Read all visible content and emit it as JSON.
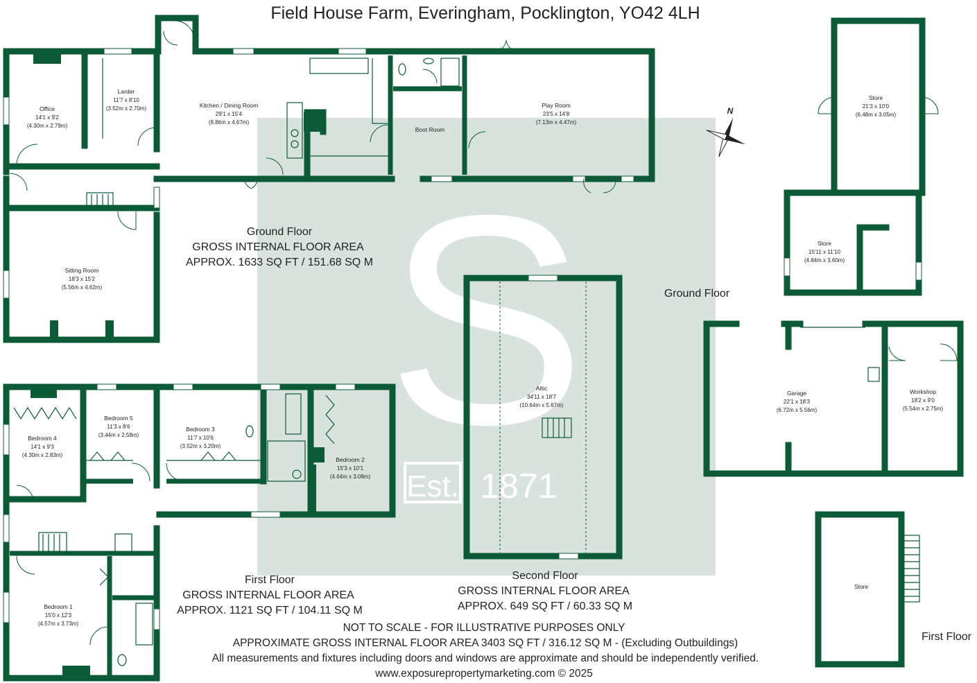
{
  "title": "Field House Farm, Everingham, Pocklington, YO42 4LH",
  "watermark": {
    "letter": "S",
    "text_left": "Est.",
    "text_right": "1871"
  },
  "compass": {
    "label": "N"
  },
  "floors": {
    "ground": {
      "name": "Ground Floor",
      "area_label": "GROSS INTERNAL FLOOR AREA",
      "area": "APPROX. 1633 SQ FT / 151.68 SQ M"
    },
    "first": {
      "name": "First Floor",
      "area_label": "GROSS INTERNAL FLOOR AREA",
      "area": "APPROX. 1121 SQ FT / 104.11 SQ M"
    },
    "second": {
      "name": "Second Floor",
      "area_label": "GROSS INTERNAL FLOOR AREA",
      "area": "APPROX. 649 SQ FT / 60.33 SQ M"
    },
    "outbuildings_ground": {
      "name": "Ground Floor"
    },
    "outbuildings_first": {
      "name": "First Floor"
    }
  },
  "rooms": {
    "office": {
      "name": "Office",
      "imperial": "14'1 x 9'2",
      "metric": "(4.30m x 2.79m)"
    },
    "larder": {
      "name": "Larder",
      "imperial": "11'7 x 8'10",
      "metric": "(3.52m x 2.70m)"
    },
    "kitchen": {
      "name": "Kitchen / Dining Room",
      "imperial": "29'1 x 15'4",
      "metric": "(8.86m x 4.67m)"
    },
    "boot_room": {
      "name": "Boot Room"
    },
    "play_room": {
      "name": "Play Room",
      "imperial": "23'5 x 14'8",
      "metric": "(7.13m x 4.47m)"
    },
    "sitting_room": {
      "name": "Sitting Room",
      "imperial": "18'3 x 15'2",
      "metric": "(5.56m x 4.62m)"
    },
    "bedroom4": {
      "name": "Bedroom 4",
      "imperial": "14'1 x 9'3",
      "metric": "(4.30m x 2.83m)"
    },
    "bedroom5": {
      "name": "Bedroom 5",
      "imperial": "11'3 x 8'6",
      "metric": "(3.44m x 2.58m)"
    },
    "bedroom3": {
      "name": "Bedroom 3",
      "imperial": "11'7 x 10'6",
      "metric": "(3.52m x 3.20m)"
    },
    "bedroom2": {
      "name": "Bedroom 2",
      "imperial": "15'3 x 10'1",
      "metric": "(4.64m x 3.08m)"
    },
    "bedroom1": {
      "name": "Bedroom 1",
      "imperial": "15'0 x 12'3",
      "metric": "(4.57m x 3.73m)"
    },
    "attic": {
      "name": "Attic",
      "imperial": "34'11 x 18'7",
      "metric": "(10.64m x 5.67m)"
    },
    "store1": {
      "name": "Store",
      "imperial": "21'3 x 10'0",
      "metric": "(6.48m x 3.05m)"
    },
    "store2": {
      "name": "Store",
      "imperial": "15'11 x 11'10",
      "metric": "(4.84m x 3.60m)"
    },
    "garage": {
      "name": "Garage",
      "imperial": "22'1 x 18'3",
      "metric": "(6.72m x 5.56m)"
    },
    "workshop": {
      "name": "Workshop",
      "imperial": "18'2 x 9'0",
      "metric": "(5.54m x 2.75m)"
    },
    "store3": {
      "name": "Store"
    }
  },
  "footer": {
    "line1": "NOT TO SCALE - FOR ILLUSTRATIVE PURPOSES ONLY",
    "line2": "APPROXIMATE GROSS INTERNAL FLOOR AREA 3403 SQ FT / 316.12 SQ M - (Excluding Outbuildings)",
    "line3": "All measurements and fixtures including doors and windows are approximate and should be independently verified.",
    "line4": "www.exposurepropertymarketing.com © 2025"
  },
  "colors": {
    "wall": "#0d5a36",
    "watermark": "#d9e3dd"
  }
}
